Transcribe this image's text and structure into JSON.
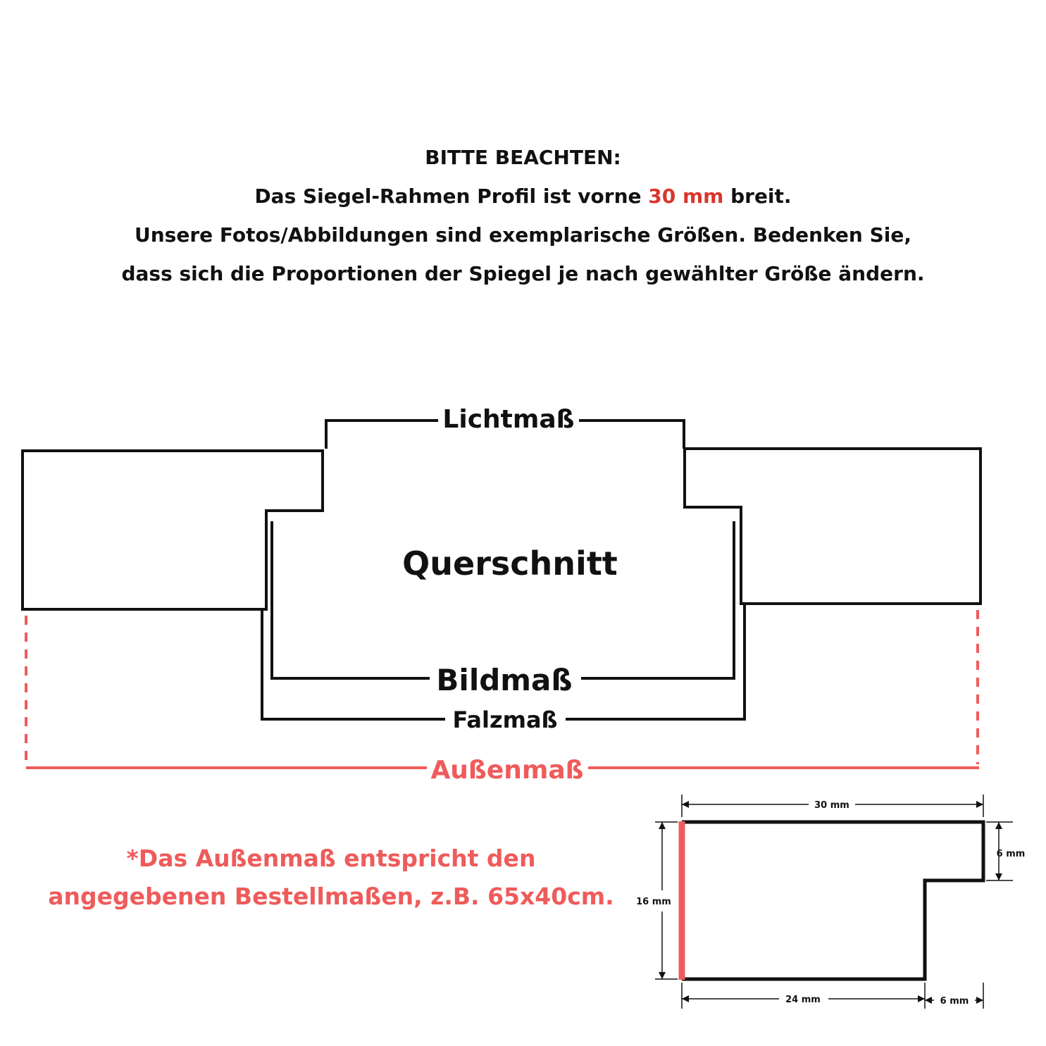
{
  "notice": {
    "heading": "BITTE BEACHTEN:",
    "line2_before": "Das Siegel-Rahmen Profil ist vorne ",
    "line2_highlight": "30 mm",
    "line2_after": " breit.",
    "line3": "Unsere Fotos/Abbildungen sind exemplarische Größen. Bedenken Sie,",
    "line4": "dass sich die Proportionen der Spiegel je nach gewählter Größe ändern."
  },
  "cross_section": {
    "center_label": "Querschnitt",
    "lichtmass": "Lichtmaß",
    "bildmass": "Bildmaß",
    "falzmass": "Falzmaß",
    "aussenmass": "Außenmaß"
  },
  "footnote": {
    "line1": "*Das Außenmaß entspricht den",
    "line2": "angegebenen Bestellmaßen, z.B. 65x40cm."
  },
  "profile_dims": {
    "width_top": "30 mm",
    "height_total": "16 mm",
    "step_height": "6 mm",
    "width_bottom": "24 mm",
    "step_width": "6 mm"
  },
  "colors": {
    "text": "#111111",
    "accent_red": "#d9362b",
    "aussen_red": "#ef5b5b"
  }
}
